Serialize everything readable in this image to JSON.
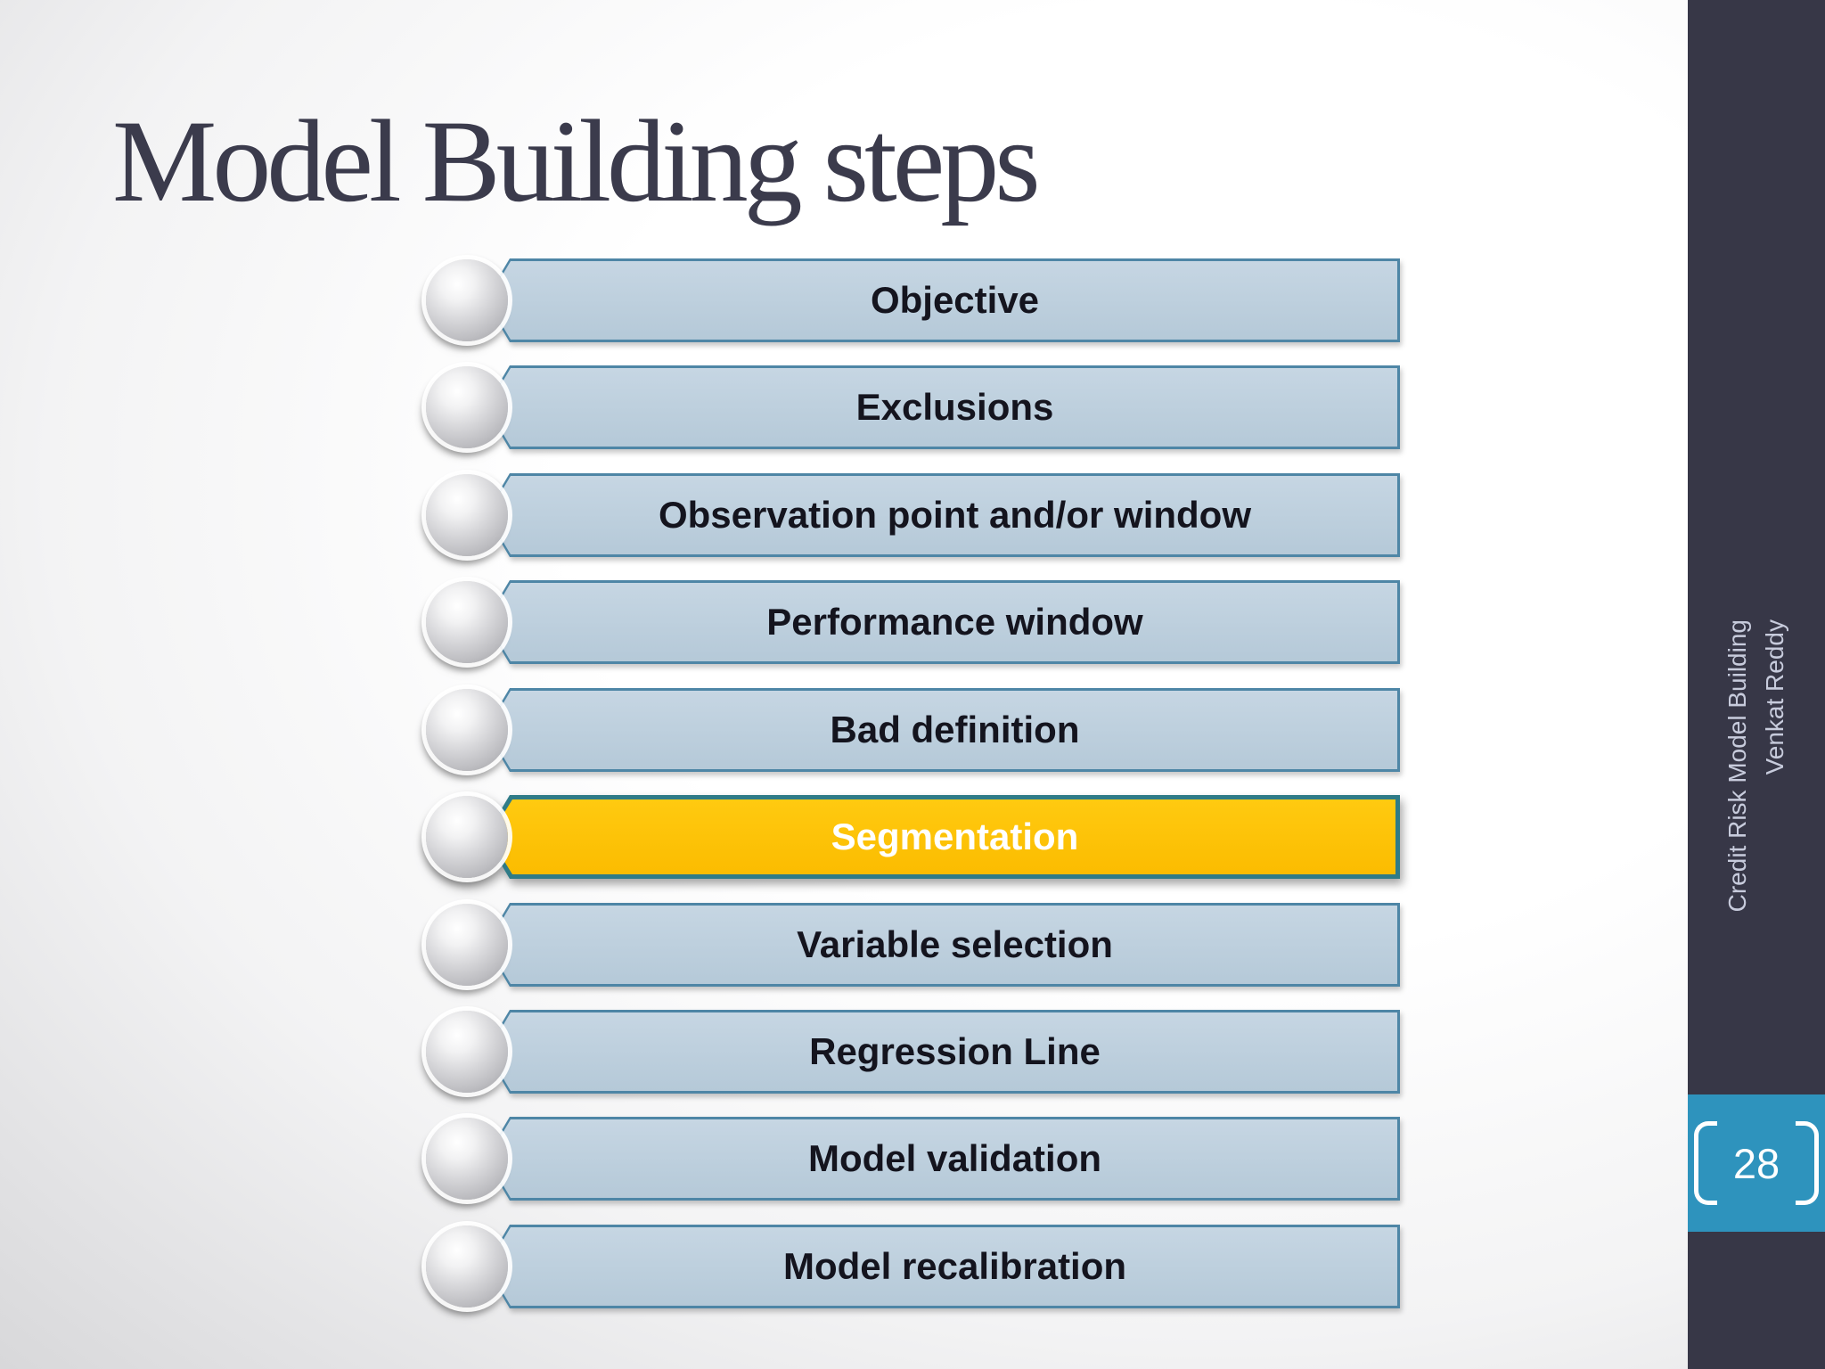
{
  "slide": {
    "title": "Model Building steps",
    "steps": [
      {
        "label": "Objective",
        "highlighted": false
      },
      {
        "label": "Exclusions",
        "highlighted": false
      },
      {
        "label": "Observation point and/or window",
        "highlighted": false
      },
      {
        "label": "Performance window",
        "highlighted": false
      },
      {
        "label": "Bad definition",
        "highlighted": false
      },
      {
        "label": "Segmentation",
        "highlighted": true
      },
      {
        "label": "Variable selection",
        "highlighted": false
      },
      {
        "label": "Regression Line",
        "highlighted": false
      },
      {
        "label": "Model validation",
        "highlighted": false
      },
      {
        "label": "Model recalibration",
        "highlighted": false
      }
    ],
    "colors": {
      "bar_fill": "#BCCFDD",
      "bar_border": "#4E86A6",
      "highlight_fill": "#FBBC00",
      "highlight_border": "#2F7B87",
      "title_text": "#3B3B4C"
    }
  },
  "sidebar": {
    "vertical_text_line1": "Credit Risk Model Building",
    "vertical_text_line2": "Venkat Reddy",
    "page_number": "28",
    "colors": {
      "background": "#373747",
      "page_box": "#2E93BD",
      "text": "#C7CBDC"
    }
  }
}
